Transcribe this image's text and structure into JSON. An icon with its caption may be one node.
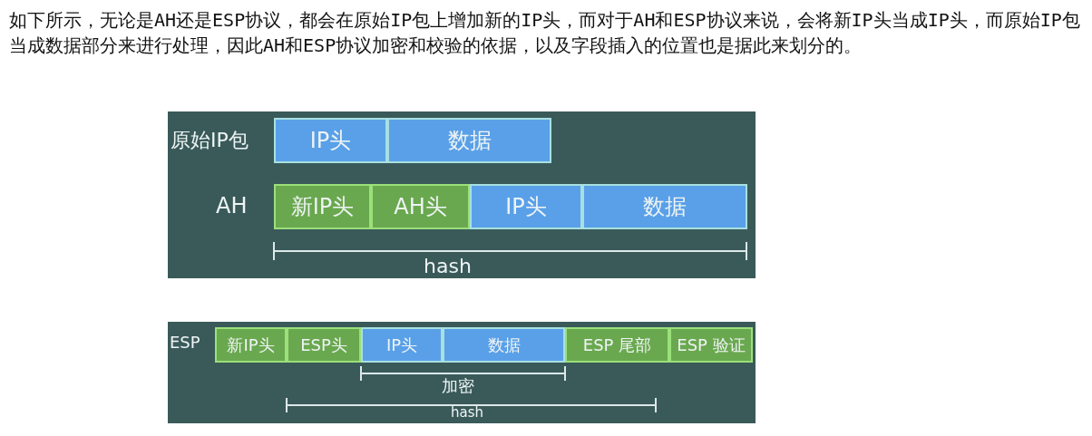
{
  "diagram": {
    "nodes": [
      {
        "text": [
          "IP头"
        ]
      },
      {
        "text": [
          "数据"
        ]
      },
      {
        "text": [
          "新IP头"
        ]
      },
      {
        "text": [
          "AH头"
        ]
      },
      {
        "text": [
          "IP头"
        ]
      },
      {
        "text": [
          "数据"
        ]
      },
      {
        "text": [
          "新IP头"
        ]
      },
      {
        "text": [
          "ESP头"
        ]
      },
      {
        "text": [
          "IP头"
        ]
      },
      {
        "text": [
          "数据"
        ]
      },
      {
        "text": [
          "ESP 尾部"
        ]
      },
      {
        "text": [
          "ESP 验证"
        ]
      }
    ],
    "edges": [],
    "labels": [
      "如下所示，无论是AH还是ESP协议，都会在原始IP包上增加新的IP头，而对于AH和ESP协议来说，会将新IP头当成IP头，而原始IP包当成数据部分来进行处理，因此AH和ESP协议加密和校验的依据，以及字段插入的位置也是据此来划分的。",
      "原始IP包",
      "AH",
      "hash",
      "ESP",
      "加密",
      "hash"
    ]
  }
}
